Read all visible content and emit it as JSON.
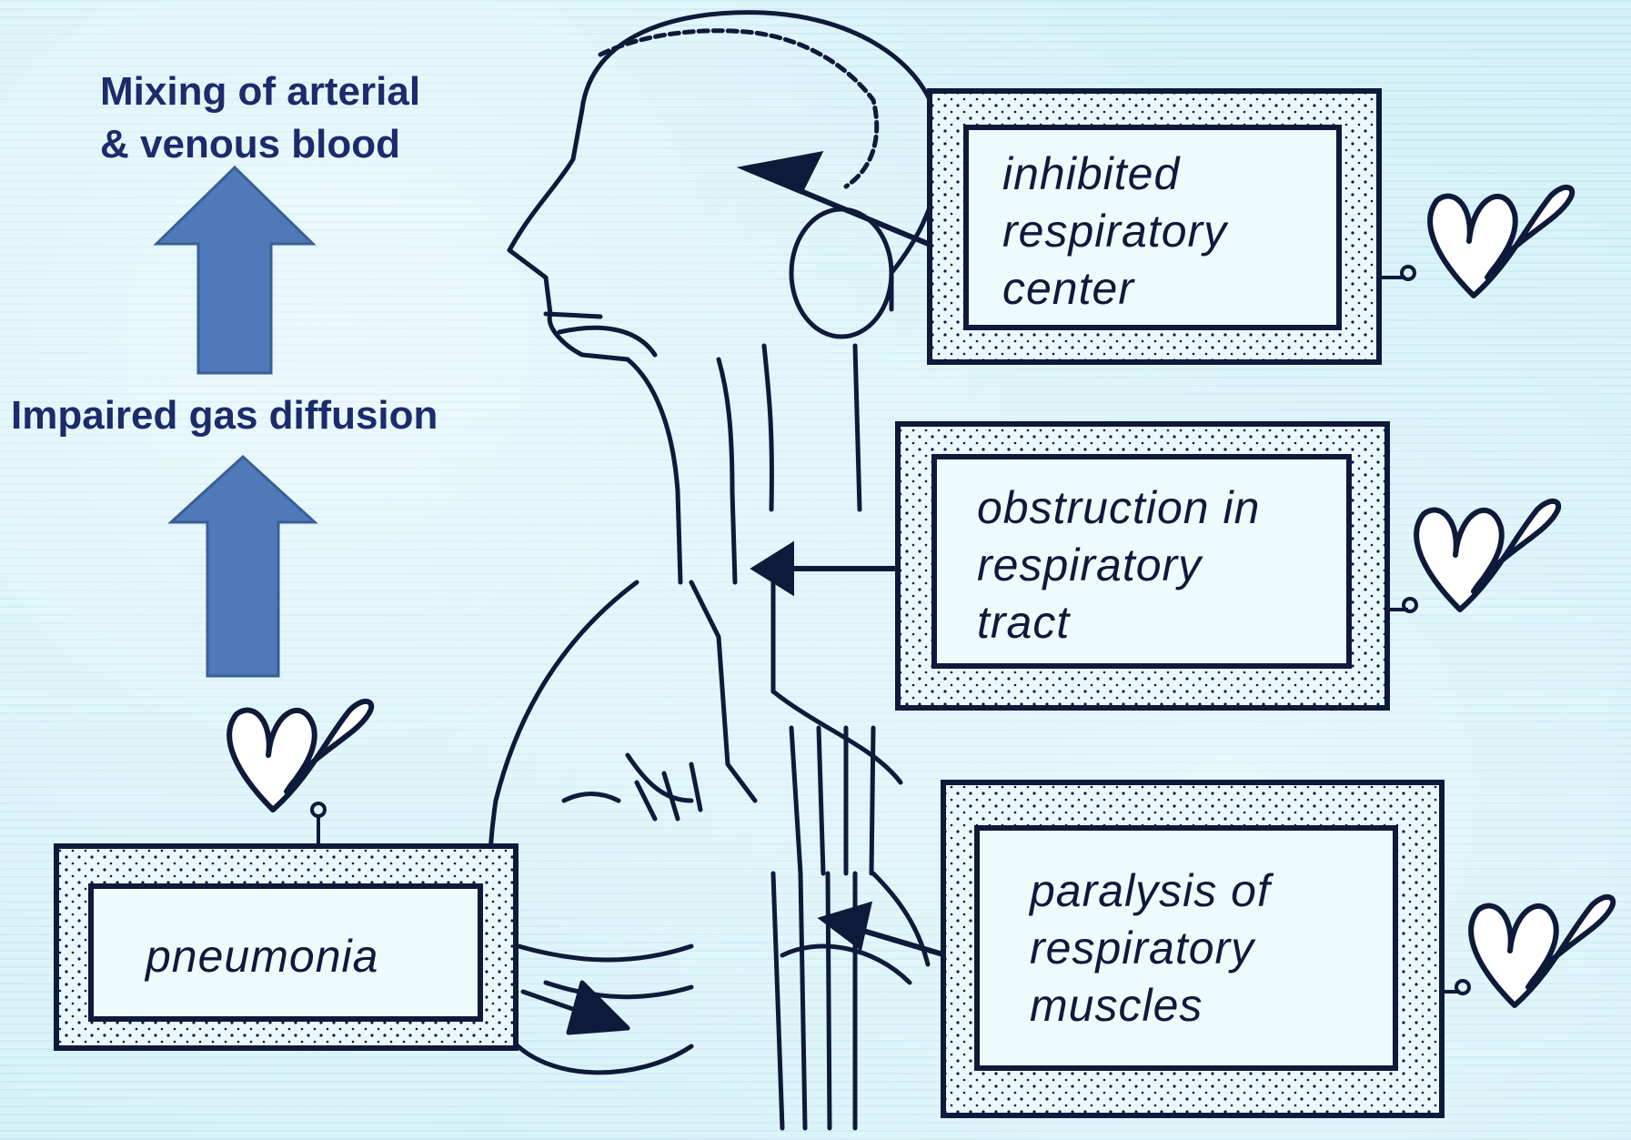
{
  "colors": {
    "background": "#d6f2f8",
    "heading_text": "#1b2b6b",
    "arrow_fill": "#4f79b8",
    "arrow_stroke": "#3a5f95",
    "ink": "#0e1a3a"
  },
  "flow": {
    "top_label_line1": "Mixing of arterial",
    "top_label_line2": "& venous blood",
    "middle_label": "Impaired gas diffusion"
  },
  "boxes": {
    "respiratory_center": {
      "line1": "inhibited",
      "line2": "respiratory",
      "line3": "center"
    },
    "obstruction": {
      "line1": "obstruction in",
      "line2": "respiratory",
      "line3": "tract"
    },
    "paralysis": {
      "line1": "paralysis of",
      "line2": "respiratory",
      "line3": "muscles"
    },
    "pneumonia": {
      "label": "pneumonia"
    }
  },
  "icons": {
    "flow_arrow": "up-arrow-icon",
    "fleur": "fleur-icon"
  }
}
